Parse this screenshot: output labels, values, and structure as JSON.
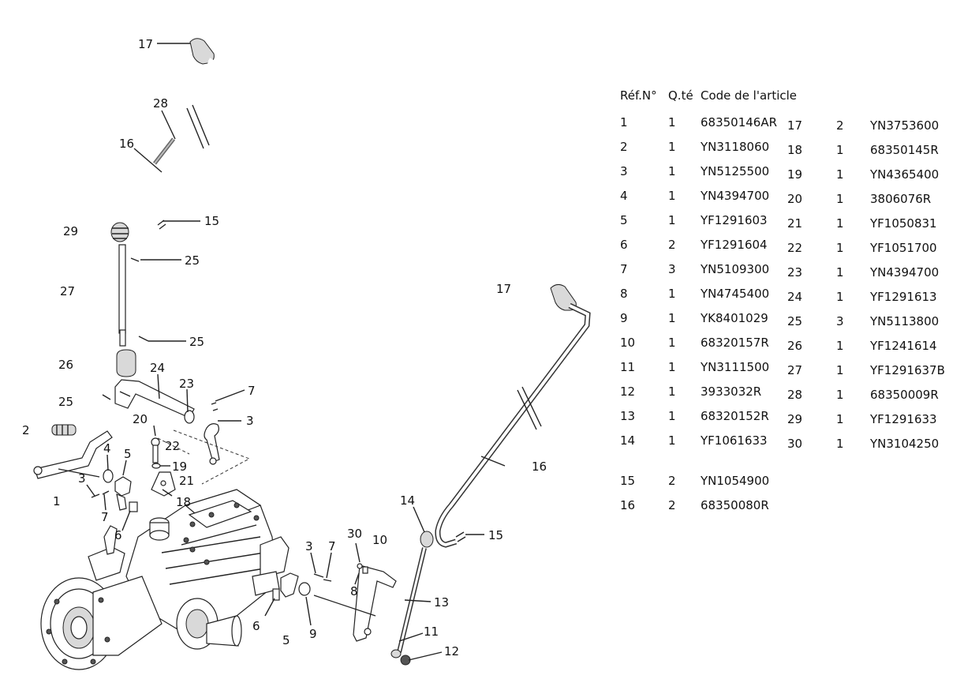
{
  "table": {
    "headers": {
      "ref": "Réf.N°",
      "qty": "Q.té",
      "code": "Code de l'article"
    },
    "rows_left": [
      {
        "ref": "1",
        "qty": "1",
        "code": "68350146AR"
      },
      {
        "ref": "2",
        "qty": "1",
        "code": "YN3118060"
      },
      {
        "ref": "3",
        "qty": "1",
        "code": "YN5125500"
      },
      {
        "ref": "4",
        "qty": "1",
        "code": "YN4394700"
      },
      {
        "ref": "5",
        "qty": "1",
        "code": "YF1291603"
      },
      {
        "ref": "6",
        "qty": "2",
        "code": "YF1291604"
      },
      {
        "ref": "7",
        "qty": "3",
        "code": "YN5109300"
      },
      {
        "ref": "8",
        "qty": "1",
        "code": "YN4745400"
      },
      {
        "ref": "9",
        "qty": "1",
        "code": "YK8401029"
      },
      {
        "ref": "10",
        "qty": "1",
        "code": "68320157R"
      },
      {
        "ref": "11",
        "qty": "1",
        "code": "YN3111500"
      },
      {
        "ref": "12",
        "qty": "1",
        "code": "3933032R"
      },
      {
        "ref": "13",
        "qty": "1",
        "code": "68320152R"
      },
      {
        "ref": "14",
        "qty": "1",
        "code": "YF1061633"
      }
    ],
    "rows_right": [
      {
        "ref": "17",
        "qty": "2",
        "code": "YN3753600"
      },
      {
        "ref": "18",
        "qty": "1",
        "code": "68350145R"
      },
      {
        "ref": "19",
        "qty": "1",
        "code": "YN4365400"
      },
      {
        "ref": "20",
        "qty": "1",
        "code": "3806076R"
      },
      {
        "ref": "21",
        "qty": "1",
        "code": "YF1050831"
      },
      {
        "ref": "22",
        "qty": "1",
        "code": "YF1051700"
      },
      {
        "ref": "23",
        "qty": "1",
        "code": "YN4394700"
      },
      {
        "ref": "24",
        "qty": "1",
        "code": "YF1291613"
      },
      {
        "ref": "25",
        "qty": "3",
        "code": "YN5113800"
      },
      {
        "ref": "26",
        "qty": "1",
        "code": "YF1241614"
      },
      {
        "ref": "27",
        "qty": "1",
        "code": "YF1291637B"
      },
      {
        "ref": "28",
        "qty": "1",
        "code": "68350009R"
      },
      {
        "ref": "29",
        "qty": "1",
        "code": "YF1291633"
      },
      {
        "ref": "30",
        "qty": "1",
        "code": "YN3104250"
      }
    ],
    "rows_bottom": [
      {
        "ref": "15",
        "qty": "2",
        "code": "YN1054900"
      },
      {
        "ref": "16",
        "qty": "2",
        "code": "68350080R"
      }
    ]
  },
  "callouts": {
    "c17a": "17",
    "c28": "28",
    "c16a": "16",
    "c15a": "15",
    "c29": "29",
    "c25a": "25",
    "c27": "27",
    "c25b": "25",
    "c26": "26",
    "c24": "24",
    "c23": "23",
    "c7a": "7",
    "c25c": "25",
    "c3a": "3",
    "c2": "2",
    "c20": "20",
    "c22": "22",
    "c4": "4",
    "c5a": "5",
    "c19": "19",
    "c21": "21",
    "c3b": "3",
    "c1": "1",
    "c18": "18",
    "c7b": "7",
    "c6a": "6",
    "c17b": "17",
    "c16b": "16",
    "c14": "14",
    "c15b": "15",
    "c30": "30",
    "c10": "10",
    "c3c": "3",
    "c7c": "7",
    "c8": "8",
    "c13": "13",
    "c6b": "6",
    "c9": "9",
    "c5b": "5",
    "c11": "11",
    "c12": "12"
  }
}
